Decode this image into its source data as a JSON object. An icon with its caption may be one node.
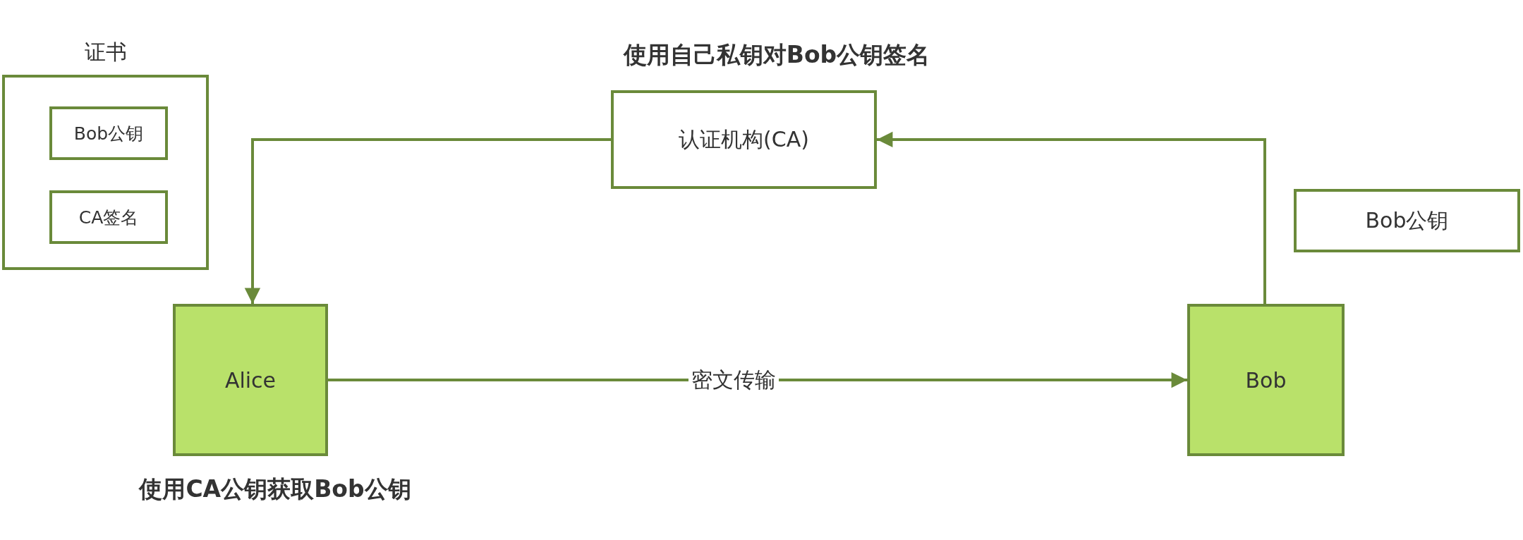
{
  "diagram": {
    "nodes": [
      {
        "text": [
          "证书"
        ]
      },
      {
        "text": [
          "Bob公钥"
        ],
        "in": 0
      },
      {
        "text": [
          "CA签名"
        ],
        "in": 0
      },
      {
        "text": [
          "认证机构(CA)"
        ],
        "beside": [
          "使用自己私钥对Bob公钥签名"
        ]
      },
      {
        "text": [
          "Bob公钥"
        ]
      },
      {
        "text": [
          "Alice"
        ],
        "beside": [
          "使用CA公钥获取Bob公钥"
        ]
      },
      {
        "text": [
          "Bob"
        ]
      }
    ],
    "edges": [
      {
        "from": 3,
        "to": 5,
        "arrow": "to"
      },
      {
        "from": 6,
        "to": 3,
        "arrow": "to"
      },
      {
        "from": 5,
        "to": 6,
        "arrow": "to",
        "label": "密文传输"
      }
    ]
  }
}
